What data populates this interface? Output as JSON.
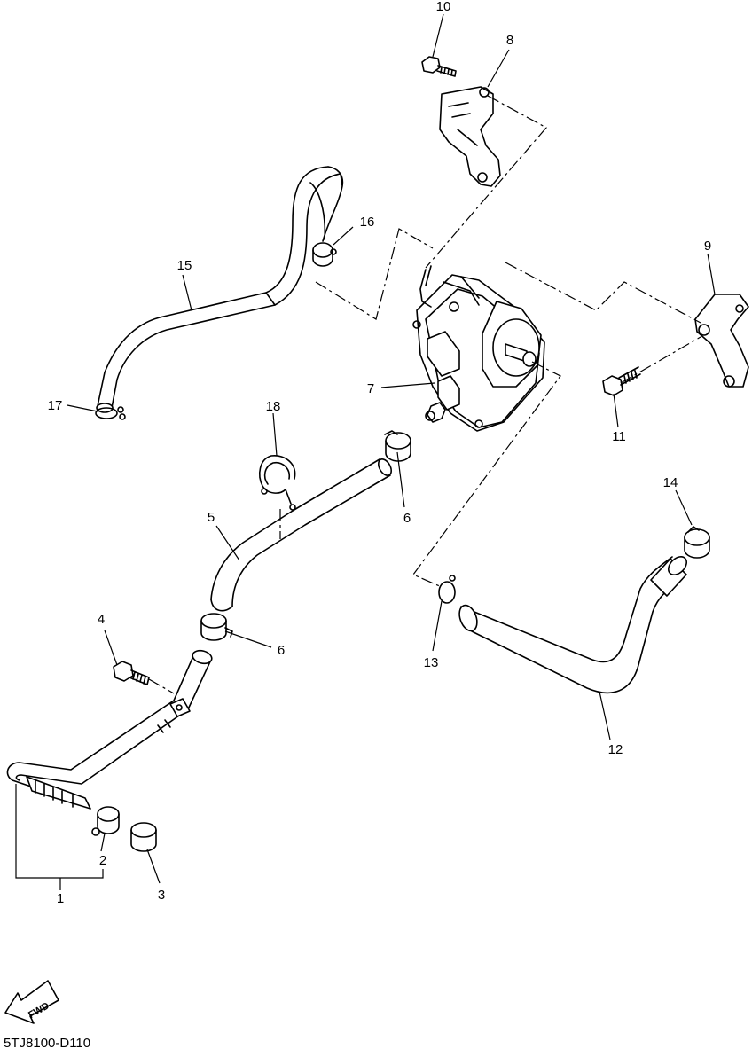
{
  "diagram": {
    "figure_code": "5TJ8100-D110",
    "fwd_label": "FWD",
    "callouts": {
      "c1": "1",
      "c2": "2",
      "c3": "3",
      "c4": "4",
      "c5": "5",
      "c6a": "6",
      "c6b": "6",
      "c7": "7",
      "c8": "8",
      "c9": "9",
      "c10": "10",
      "c11": "11",
      "c12": "12",
      "c13": "13",
      "c14": "14",
      "c15": "15",
      "c16": "16",
      "c17": "17",
      "c18": "18"
    }
  }
}
